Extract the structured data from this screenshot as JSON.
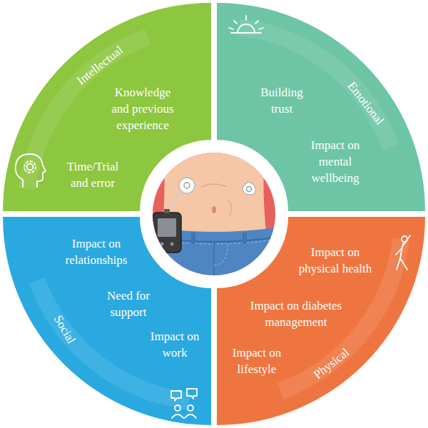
{
  "diagram": {
    "nodes": [
      {
        "text": [
          "Intellectual",
          "Knowledge and previous experience",
          "Time/Trial and error"
        ]
      },
      {
        "text": [
          "Emotional",
          "Building trust",
          "Impact on mental wellbeing"
        ]
      },
      {
        "text": [
          "Social",
          "Impact on relationships",
          "Need for support",
          "Impact on work"
        ]
      },
      {
        "text": [
          "Physical",
          "Impact on physical health",
          "Impact on diabetes management",
          "Impact on lifestyle"
        ]
      }
    ]
  }
}
